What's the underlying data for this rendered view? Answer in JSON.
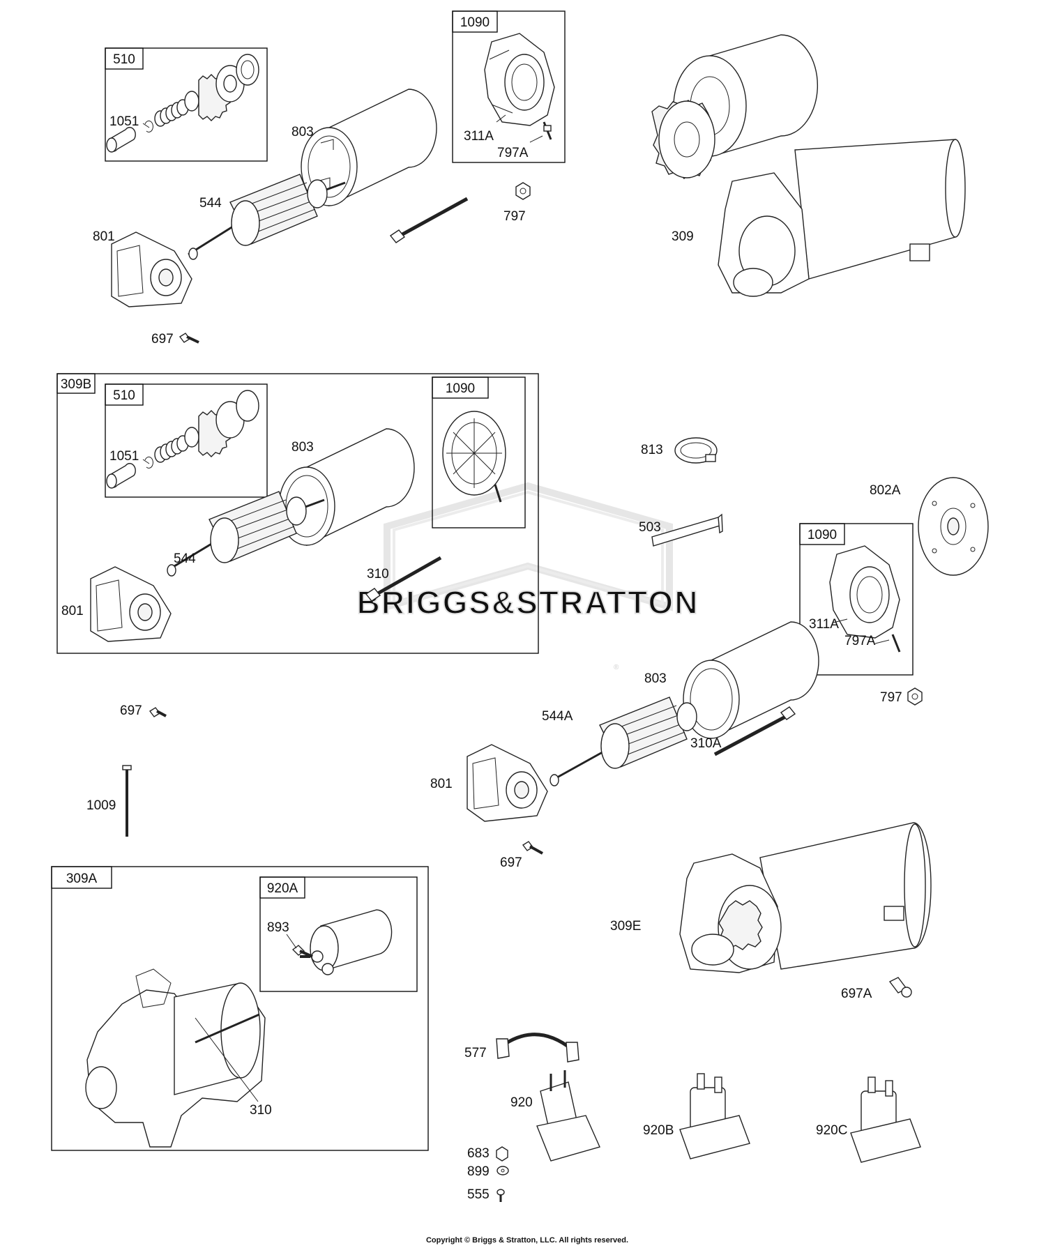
{
  "watermark": {
    "brand": "BRIGGS&STRATTON",
    "mark": "®"
  },
  "copyright": "Copyright © Briggs & Stratton, LLC. All rights reserved.",
  "boxes": {
    "box_510_top": "510",
    "box_1090_top": "1090",
    "box_309B": "309B",
    "box_510_mid": "510",
    "box_1090_mid": "1090",
    "box_1090_right": "1090",
    "box_309A": "309A",
    "box_920A": "920A"
  },
  "callouts": {
    "c1051_top": "1051",
    "c803_top": "803",
    "c311A_top": "311A",
    "c797A_top": "797A",
    "c797_top": "797",
    "c544_top": "544",
    "c309": "309",
    "c801_top": "801",
    "c697_top": "697",
    "c1051_mid": "1051",
    "c803_mid": "803",
    "c544_mid": "544",
    "c310_mid": "310",
    "c801_mid": "801",
    "c813": "813",
    "c802A": "802A",
    "c503": "503",
    "c311A_right": "311A",
    "c797A_right": "797A",
    "c797_right": "797",
    "c803_right": "803",
    "c544A": "544A",
    "c310A": "310A",
    "c697_left": "697",
    "c801_right": "801",
    "c1009": "1009",
    "c697_right": "697",
    "c893": "893",
    "c309E": "309E",
    "c697A": "697A",
    "c310_309A": "310",
    "c577": "577",
    "c920": "920",
    "c920B": "920B",
    "c920C": "920C",
    "c683": "683",
    "c899": "899",
    "c555": "555"
  }
}
